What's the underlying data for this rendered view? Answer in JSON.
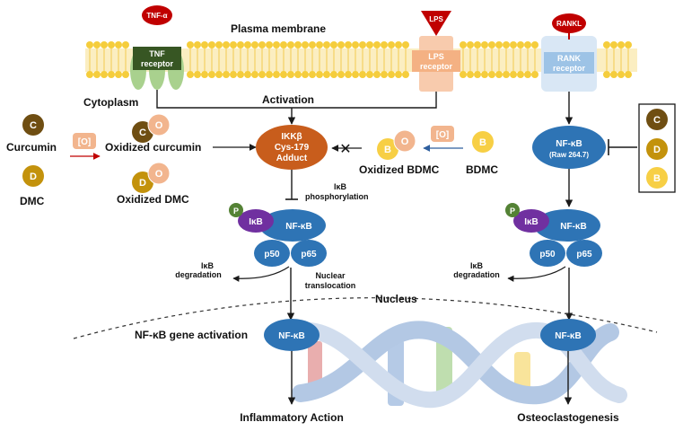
{
  "membrane": {
    "label": "Plasma membrane",
    "tnf": {
      "ligand": "TNF-α",
      "receptor_line1": "TNF",
      "receptor_line2": "receptor"
    },
    "lps": {
      "ligand": "LPS",
      "receptor_line1": "LPS",
      "receptor_line2": "receptor"
    },
    "rank": {
      "ligand": "RANKL",
      "receptor_line1": "RANK",
      "receptor_line2": "receptor"
    }
  },
  "labels": {
    "cytoplasm": "Cytoplasm",
    "activation": "Activation",
    "nucleus": "Nucleus",
    "ikb_phos_line1": "IκB",
    "ikb_phos_line2": "phosphorylation",
    "ikb_degr_line1": "IκB",
    "ikb_degr_line2": "degradation",
    "nuclear_line1": "Nuclear",
    "nuclear_line2": "translocation",
    "gene_activation": "NF-κB gene activation",
    "inflammatory": "Inflammatory  Action",
    "osteoclasto": "Osteoclastogenesis"
  },
  "compounds": {
    "curcumin": "Curcumin",
    "dmc": "DMC",
    "bdmc": "BDMC",
    "oxidized_curcumin": "Oxidized curcumin",
    "oxidized_dmc": "Oxidized DMC",
    "oxidized_bdmc": "Oxidized BDMC",
    "oxidant": "[O]",
    "letter_c": "C",
    "letter_d": "D",
    "letter_b": "B",
    "letter_o": "O"
  },
  "ikk": {
    "line1": "IKKβ",
    "line2": "Cys-179",
    "line3": "Adduct"
  },
  "nfkb": {
    "label": "NF-κB",
    "raw_sub": "(Raw 264.7)",
    "ikb": "IκB",
    "p": "P",
    "p50": "p50",
    "p65": "p65",
    "inhibit_mark": "✕"
  },
  "colors": {
    "curcumin": "#6f4e12",
    "dmc": "#c3920c",
    "bdmc": "#f7cf45",
    "oxidized": "#f2b58e",
    "ikk": "#c85d1c",
    "nfkb": "#2e74b5",
    "ikb": "#7030a0",
    "phospho": "#548235",
    "tnf_receptor": "#375623",
    "lps_receptor": "#f4b183",
    "rank_receptor": "#bdd7ee",
    "ligand": "#c00000",
    "membrane_head": "#f5cd3c"
  }
}
